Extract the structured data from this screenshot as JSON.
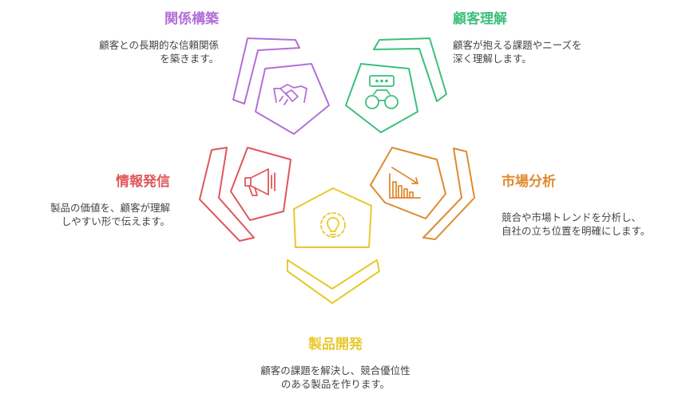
{
  "segments": {
    "relationship": {
      "title": "関係構築",
      "desc_line1": "顧客との長期的な信頼関係",
      "desc_line2": "を築きます。",
      "color": "#b36fd8",
      "icon": "handshake-icon"
    },
    "customer": {
      "title": "顧客理解",
      "desc_line1": "顧客が抱える課題やニーズを",
      "desc_line2": "深く理解します。",
      "color": "#3dbf7c",
      "icon": "binoculars-icon"
    },
    "info": {
      "title": "情報発信",
      "desc_line1": "製品の価値を、顧客が理解",
      "desc_line2": "しやすい形で伝えます。",
      "color": "#e0575a",
      "icon": "megaphone-icon"
    },
    "market": {
      "title": "市場分析",
      "desc_line1": "競合や市場トレンドを分析し、",
      "desc_line2": "自社の立ち位置を明確にします。",
      "color": "#e08a30",
      "icon": "declining-bar-chart-icon"
    },
    "product": {
      "title": "製品開発",
      "desc_line1": "顧客の課題を解決し、競合優位性",
      "desc_line2": "のある製品を作ります。",
      "color": "#e8c92c",
      "icon": "lightbulb-gear-icon"
    }
  }
}
